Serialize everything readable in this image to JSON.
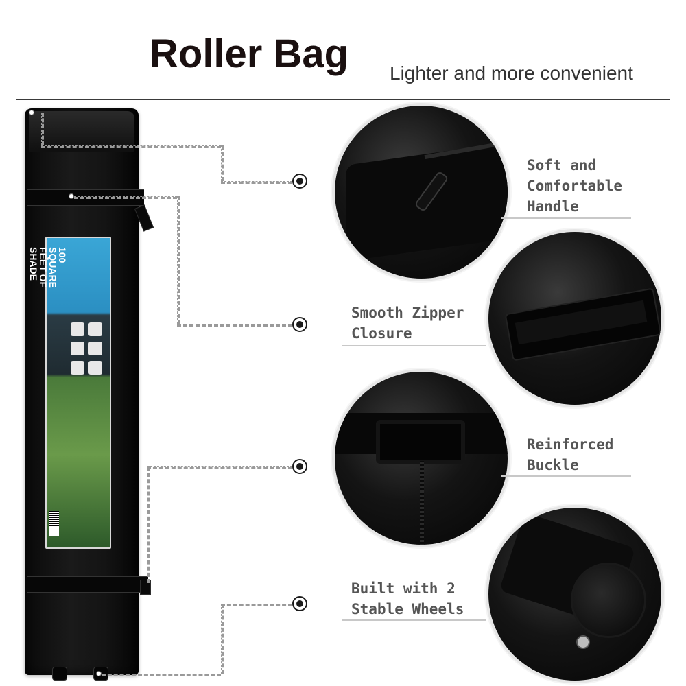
{
  "header": {
    "title": "Roller Bag",
    "subtitle": "Lighter and more convenient"
  },
  "product": {
    "label_logo": "100 SQUARE FEET OF SHADE"
  },
  "features": [
    {
      "id": "handle",
      "label": "Soft and\nComfortable\nHandle",
      "image": "zipper-pull-closeup"
    },
    {
      "id": "zipper",
      "label": "Smooth Zipper\nClosure",
      "image": "carry-handle-closeup"
    },
    {
      "id": "buckle",
      "label": "Reinforced\nBuckle",
      "image": "buckle-closeup"
    },
    {
      "id": "wheels",
      "label": "Built with 2\nStable Wheels",
      "image": "wheel-closeup"
    }
  ],
  "colors": {
    "bag": "#0f0f0f",
    "accent_text": "#555555",
    "rule": "#c8c8c8",
    "title": "#1a1010"
  }
}
